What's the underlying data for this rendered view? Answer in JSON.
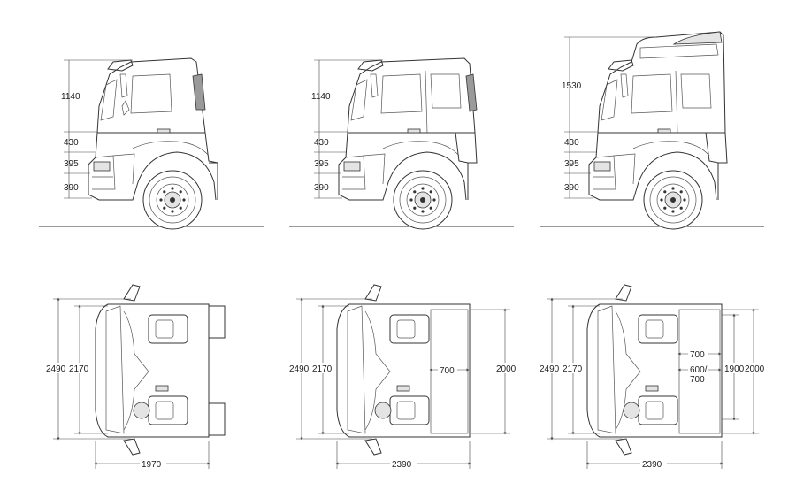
{
  "side_views": [
    {
      "id": "cab-day",
      "dims": [
        "1140",
        "430",
        "395",
        "390"
      ]
    },
    {
      "id": "cab-sleeper",
      "dims": [
        "1140",
        "430",
        "395",
        "390"
      ]
    },
    {
      "id": "cab-globetrotter",
      "dims": [
        "1530",
        "430",
        "395",
        "390"
      ]
    }
  ],
  "top_views": [
    {
      "id": "cab-day-top",
      "outer_width": "2490",
      "inner_width": "2170",
      "length": "1970"
    },
    {
      "id": "cab-sleeper-top",
      "outer_width": "2490",
      "inner_width": "2170",
      "length": "2390",
      "bunk_depth": "700",
      "bunk_length": "2000"
    },
    {
      "id": "cab-globetrotter-top",
      "outer_width": "2490",
      "inner_width": "2170",
      "length": "2390",
      "upper_bunk": "700",
      "lower_bunk_line1": "600/",
      "lower_bunk_line2": "700",
      "bunk_length_a": "1900",
      "bunk_length_b": "2000"
    }
  ]
}
